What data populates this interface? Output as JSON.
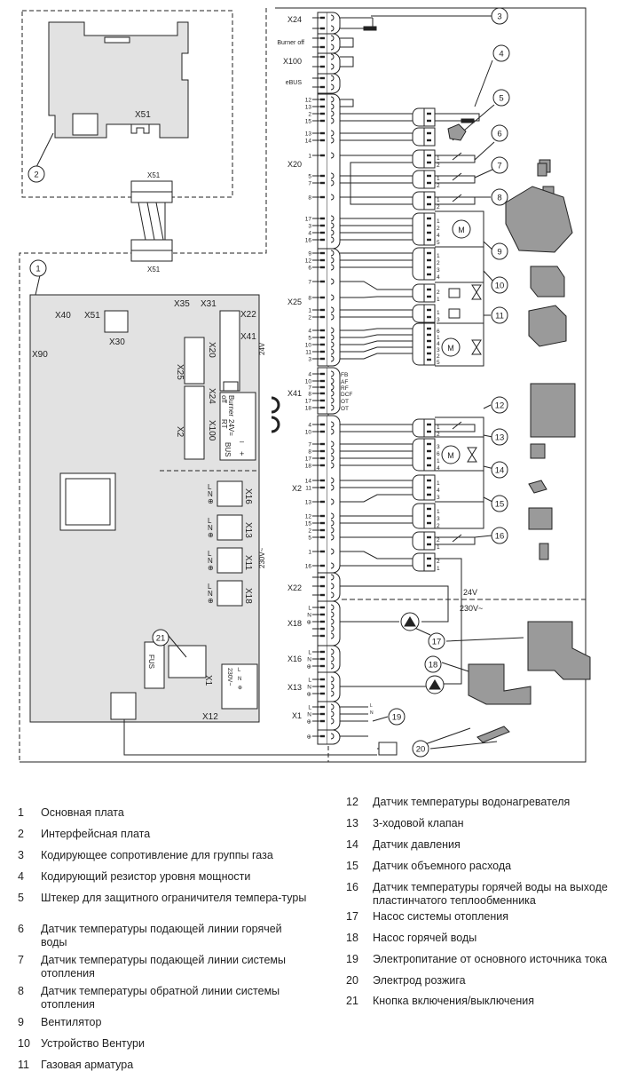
{
  "board": {
    "main_connectors": [
      "X40",
      "X51",
      "X35",
      "X31",
      "X22",
      "X30",
      "X41",
      "X90",
      "X20",
      "X25",
      "X24",
      "X2",
      "X100",
      "X16",
      "X13",
      "X11",
      "X18",
      "X1",
      "X12"
    ],
    "terminal_labels": [
      "Burner off",
      "24V= RT",
      "BUS",
      "–",
      "+"
    ],
    "side_voltage_24": "24V",
    "side_voltage_230": "230V~",
    "socket_pins": [
      "L",
      "N",
      "⊕"
    ],
    "fuse_label": "FUS",
    "x1_terminal_text": "230V~",
    "x1_terminal_pins": [
      "L",
      "N",
      "⊕"
    ],
    "interface_connector": "X51",
    "cable_connector_labels": [
      "X51",
      "X51"
    ]
  },
  "strip": {
    "groups": [
      {
        "label": "X24",
        "pins": [
          "",
          ""
        ]
      },
      {
        "label": "Burner off",
        "pins": [
          "",
          ""
        ]
      },
      {
        "label": "X100",
        "pins": [
          "",
          ""
        ]
      },
      {
        "label": "eBUS",
        "pins": [
          "",
          ""
        ]
      },
      {
        "label": "X20",
        "pins": [
          "12",
          "13",
          "2",
          "15",
          "13",
          "14",
          "1",
          "5",
          "7",
          "8",
          "17",
          "3",
          "4",
          "16"
        ]
      },
      {
        "label": "X25",
        "pins": [
          "9",
          "12",
          "6",
          "7",
          "8",
          "1",
          "2",
          "4",
          "5",
          "10",
          "11",
          "3"
        ]
      },
      {
        "label": "X41",
        "pins": [
          "4",
          "10",
          "7",
          "8",
          "17",
          "18"
        ],
        "signals": [
          "FB",
          "AF",
          "RF",
          "DCF",
          "OT",
          "OT"
        ]
      },
      {
        "label": "X2",
        "pins": [
          "4",
          "10",
          "7",
          "8",
          "17",
          "18",
          "14",
          "11",
          "13",
          "12",
          "15",
          "2",
          "5",
          "1",
          "16"
        ]
      },
      {
        "label": "X22",
        "pins": [
          "",
          "",
          ""
        ]
      },
      {
        "label": "X18",
        "pins": [
          "L",
          "N",
          "⊕",
          "",
          ""
        ]
      },
      {
        "label": "X16",
        "pins": [
          "L",
          "N",
          "⊕"
        ]
      },
      {
        "label": "X13",
        "pins": [
          "L",
          "N",
          "⊕"
        ]
      },
      {
        "label": "X1",
        "pins": [
          "L",
          "N",
          "⊕"
        ]
      },
      {
        "label": "",
        "pins": [
          "⊕"
        ]
      }
    ],
    "x1_out_labels": [
      "L",
      "N"
    ],
    "voltage_24": "24V",
    "voltage_230": "230V~"
  },
  "components": {
    "connectors": [
      {
        "pins": [
          "",
          ""
        ]
      },
      {
        "pins": [
          "",
          ""
        ]
      },
      {
        "pins": [
          "1",
          "2"
        ]
      },
      {
        "pins": [
          "1",
          "2"
        ]
      },
      {
        "pins": [
          "1",
          "2"
        ]
      },
      {
        "pins": [
          "1",
          "2",
          "4",
          "5"
        ]
      },
      {
        "pins": [
          "1",
          "2",
          "3",
          "4"
        ]
      },
      {
        "pins": [
          "2",
          "1"
        ]
      },
      {
        "pins": [
          "1",
          "3"
        ]
      },
      {
        "pins": [
          "6",
          "1",
          "4",
          "3",
          "2",
          "5"
        ]
      },
      {
        "pins": [
          "1",
          "2"
        ]
      },
      {
        "pins": [
          "3",
          "6",
          "1",
          "4"
        ]
      },
      {
        "pins": [
          "1",
          "4",
          "3"
        ]
      },
      {
        "pins": [
          "1",
          "3",
          "2"
        ]
      },
      {
        "pins": [
          "2",
          "1"
        ]
      },
      {
        "pins": [
          "2",
          "1"
        ]
      }
    ],
    "motor_symbol": "M"
  },
  "callouts": [
    "1",
    "2",
    "3",
    "4",
    "5",
    "6",
    "7",
    "8",
    "9",
    "10",
    "11",
    "12",
    "13",
    "14",
    "15",
    "16",
    "17",
    "18",
    "19",
    "20",
    "21"
  ],
  "legend": [
    {
      "num": "1",
      "text": "Основная плата"
    },
    {
      "num": "2",
      "text": "Интерфейсная плата"
    },
    {
      "num": "3",
      "text": "Кодирующее сопротивление для группы газа"
    },
    {
      "num": "4",
      "text": "Кодирующий резистор уровня мощности"
    },
    {
      "num": "5",
      "text": "Штекер для защитного ограничителя темпера-туры"
    },
    {
      "num": "6",
      "text": "Датчик температуры подающей линии горячей воды"
    },
    {
      "num": "7",
      "text": "Датчик температуры подающей линии системы отопления"
    },
    {
      "num": "8",
      "text": "Датчик температуры обратной линии системы отопления"
    },
    {
      "num": "9",
      "text": "Вентилятор"
    },
    {
      "num": "10",
      "text": "Устройство Вентури"
    },
    {
      "num": "11",
      "text": "Газовая арматура"
    },
    {
      "num": "12",
      "text": "Датчик температуры водонагревателя"
    },
    {
      "num": "13",
      "text": "3-ходовой клапан"
    },
    {
      "num": "14",
      "text": "Датчик давления"
    },
    {
      "num": "15",
      "text": "Датчик объемного расхода"
    },
    {
      "num": "16",
      "text": "Датчик температуры горячей воды на выходе пластинчатого теплообменника"
    },
    {
      "num": "17",
      "text": "Насос системы отопления"
    },
    {
      "num": "18",
      "text": "Насос горячей воды"
    },
    {
      "num": "19",
      "text": "Электропитание от основного источника тока"
    },
    {
      "num": "20",
      "text": "Электрод розжига"
    },
    {
      "num": "21",
      "text": "Кнопка включения/выключения"
    }
  ],
  "colors": {
    "line": "#222222",
    "board": "#e2e2e2",
    "device": "#9a9a9a"
  }
}
